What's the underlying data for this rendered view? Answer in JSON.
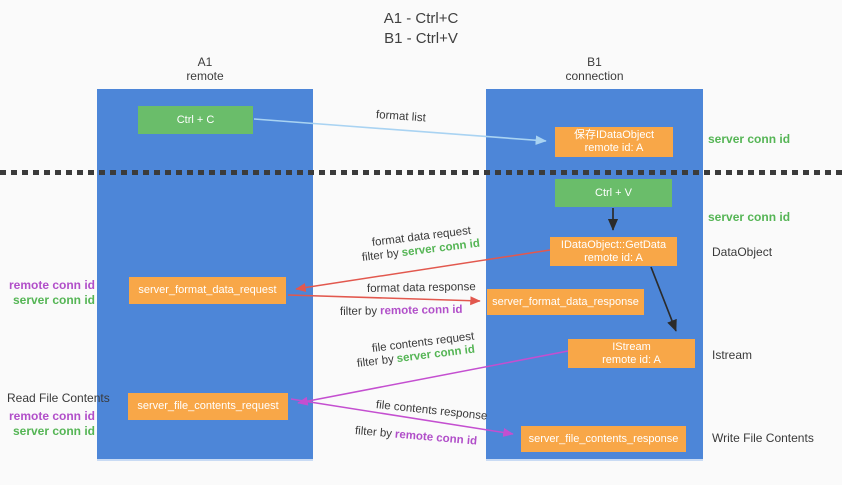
{
  "title": {
    "line1": "A1 - Ctrl+C",
    "line2": "B1 - Ctrl+V"
  },
  "lanes": {
    "left": {
      "id": "A1",
      "role": "remote"
    },
    "right": {
      "id": "B1",
      "role": "connection"
    }
  },
  "nodes": {
    "ctrl_c": {
      "label": "Ctrl + C"
    },
    "ctrl_v": {
      "label": "Ctrl + V"
    },
    "save_dataobject": {
      "line1": "保存IDataObject",
      "line2": "remote id: A"
    },
    "getdata": {
      "line1": "IDataObject::GetData",
      "line2": "remote id: A"
    },
    "istream": {
      "line1": "IStream",
      "line2": "remote id: A"
    },
    "format_request": {
      "label": "server_format_data_request"
    },
    "format_response": {
      "label": "server_format_data_response"
    },
    "file_request": {
      "label": "server_file_contents_request"
    },
    "file_response": {
      "label": "server_file_contents_response"
    }
  },
  "flows": {
    "format_list": {
      "label": "format list"
    },
    "format_request": {
      "label": "format data request",
      "filter_prefix": "filter by",
      "filter_value": "server conn id"
    },
    "format_response": {
      "label": "format data response",
      "filter_prefix": "filter by",
      "filter_value": "remote conn id"
    },
    "file_request": {
      "label": "file contents request",
      "filter_prefix": "filter by",
      "filter_value": "server conn id"
    },
    "file_response": {
      "label": "file contents response",
      "filter_prefix": "filter by",
      "filter_value": "remote conn id"
    }
  },
  "annotations": {
    "right_server_conn_top": "server conn id",
    "right_server_conn_mid": "server conn id",
    "right_dataobject": "DataObject",
    "right_istream": "Istream",
    "right_write_file": "Write File Contents",
    "left_remote_conn_top": "remote conn id",
    "left_server_conn_top": "server conn id",
    "left_read_file": "Read File Contents",
    "left_remote_conn_bottom": "remote conn id",
    "left_server_conn_bottom": "server conn id"
  },
  "colors": {
    "lane_blue": "#4d86d8",
    "node_green": "#6abd6a",
    "node_orange": "#f8a748",
    "conn_green": "#55b555",
    "conn_purple": "#b14fc9",
    "arrow_red": "#e2584e",
    "arrow_magenta": "#c44fd0",
    "arrow_light_blue": "#a9d3f2",
    "arrow_black": "#2b2b2b"
  }
}
